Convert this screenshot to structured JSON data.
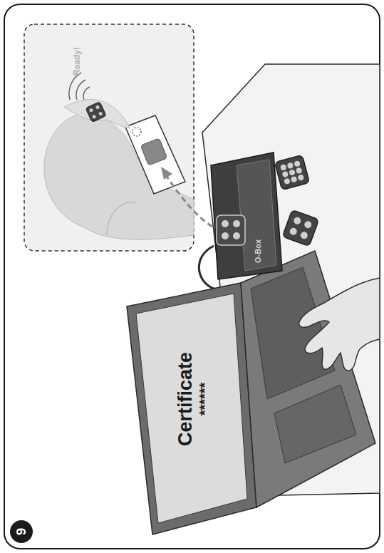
{
  "diagram": {
    "nodes": [
      {
        "text": [
          "Certificate",
          "******"
        ]
      },
      {
        "text": [
          "O-Box"
        ]
      }
    ],
    "labels": [
      "Ready!",
      "9"
    ]
  }
}
